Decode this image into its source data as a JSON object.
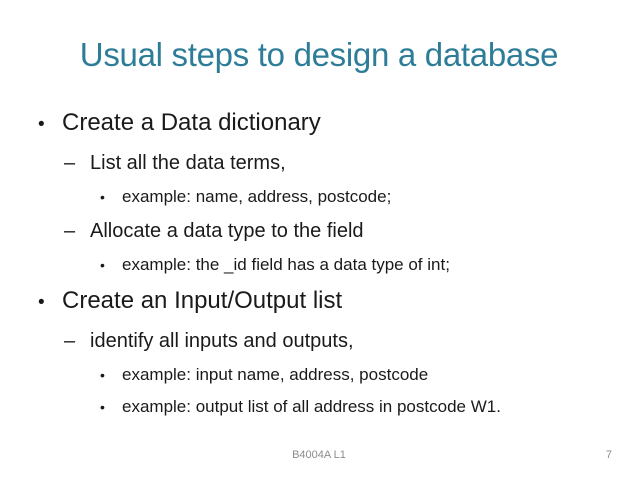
{
  "slide": {
    "title": "Usual steps to design a database",
    "markers": {
      "level1": "•",
      "level2": "–",
      "level3": "•"
    },
    "content": [
      {
        "level": 1,
        "text": "Create a Data dictionary"
      },
      {
        "level": 2,
        "text": "List all the data terms,"
      },
      {
        "level": 3,
        "text": "example: name, address, postcode;"
      },
      {
        "level": 2,
        "text": "Allocate a data type to the field"
      },
      {
        "level": 3,
        "text": "example: the _id field has a data type of int;"
      },
      {
        "level": 1,
        "text": "Create an Input/Output list"
      },
      {
        "level": 2,
        "text": "identify all inputs and outputs,"
      },
      {
        "level": 3,
        "text": "example: input name, address, postcode"
      },
      {
        "level": 3,
        "text": "example: output list of all address in postcode W1."
      }
    ],
    "footer": {
      "label": "B4004A L1",
      "page": "7"
    },
    "colors": {
      "background": "#ffffff",
      "title": "#2e7d98",
      "body": "#1a1a1a",
      "footer": "#8c8c8c"
    }
  }
}
